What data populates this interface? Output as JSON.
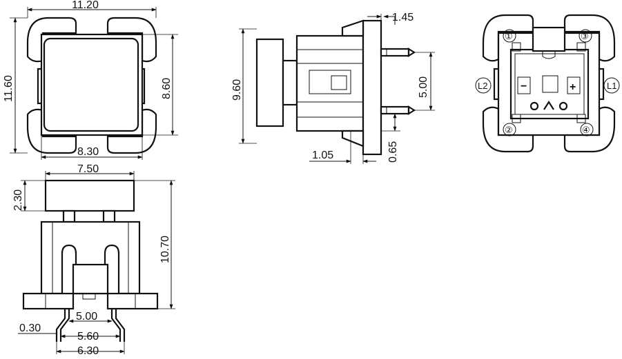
{
  "dimensions": {
    "top_width": "11.20",
    "top_height": "11.60",
    "top_inner_height": "8.60",
    "top_inner_width": "8.30",
    "side_height": "9.60",
    "side_pin_tip": "1.45",
    "side_pin_pitch": "5.00",
    "side_stem": "1.05",
    "side_foot": "0.65",
    "front_cap_width": "7.50",
    "front_cap_height": "2.30",
    "front_total_height": "10.70",
    "front_pin_5": "5.00",
    "front_pin_lead": "0.30",
    "front_pin_56": "5.60",
    "front_pin_63": "6.30"
  },
  "pin_labels": {
    "p1": "①",
    "p2": "②",
    "p3": "③",
    "p4": "④",
    "l1": "L1",
    "l2": "L2",
    "minus": "−",
    "plus": "+"
  },
  "colors": {
    "line": "#111111",
    "background": "#ffffff"
  }
}
